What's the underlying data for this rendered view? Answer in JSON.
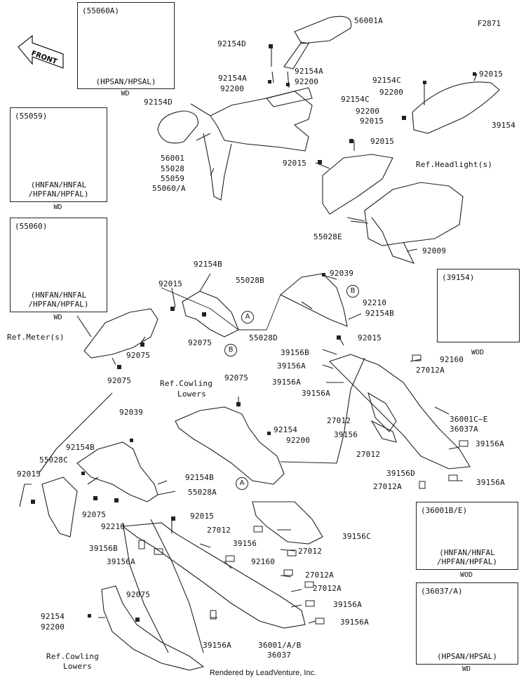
{
  "figure_code": "F2871",
  "front_label": "FRONT",
  "footer": "Rendered by LeadVenture, Inc.",
  "watermark": "LEADVENTURE",
  "callouts": {
    "a": "A",
    "b": "B"
  },
  "inset_boxes": [
    {
      "code": "(55060A)",
      "note": "(HPSAN/HPSAL)",
      "sub": "WD"
    },
    {
      "code": "(55059)",
      "note": "(HNFAN/HNFAL\n/HPFAN/HPFAL)",
      "sub": "WD"
    },
    {
      "code": "(55060)",
      "note": "(HNFAN/HNFAL\n/HPFAN/HPFAL)",
      "sub": "WD"
    },
    {
      "code": "(39154)",
      "note": "",
      "sub": "WOD"
    },
    {
      "code": "(36001B/E)",
      "note": "(HNFAN/HNFAL\n/HPFAN/HPFAL)",
      "sub": "WOD"
    },
    {
      "code": "(36037/A)",
      "note": "(HPSAN/HPSAL)",
      "sub": "WD"
    }
  ],
  "labels": [
    "56001A",
    "92154D",
    "92154A",
    "92200",
    "92154A",
    "92200",
    "92154C",
    "92200",
    "92015",
    "92154D",
    "92154C",
    "92200",
    "92015",
    "39154",
    "56001",
    "55028",
    "55059",
    "55060/A",
    "92015",
    "92015",
    "Ref.Headlight(s)",
    "55028E",
    "92009",
    "92039",
    "55028B",
    "92154B",
    "92015",
    "92210",
    "92154B",
    "Ref.Meter(s)",
    "92075",
    "55028D",
    "92015",
    "92075",
    "92075",
    "39156B",
    "39156A",
    "39156A",
    "92160",
    "27012A",
    "39156A",
    "Ref.Cowling",
    "Lowers",
    "92075",
    "27012",
    "36001C~E",
    "36037A",
    "39156",
    "92039",
    "92154",
    "92200",
    "27012",
    "39156A",
    "92154B",
    "55028C",
    "92015",
    "92154B",
    "39156D",
    "39156A",
    "27012A",
    "55028A",
    "92075",
    "92210",
    "92015",
    "27012",
    "39156C",
    "39156B",
    "39156",
    "27012",
    "39156A",
    "92160",
    "27012A",
    "27012A",
    "92075",
    "39156A",
    "92154",
    "92200",
    "39156A",
    "Ref.Cowling",
    "Lowers",
    "39156A",
    "36001/A/B",
    "36037"
  ]
}
